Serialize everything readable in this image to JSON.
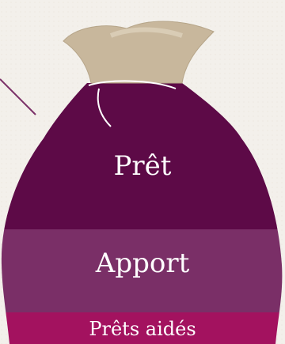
{
  "bag": {
    "segments": [
      {
        "id": "pret",
        "label": "Prêt",
        "color": "#5d0a47"
      },
      {
        "id": "apport",
        "label": "Apport",
        "color": "#7a2f67"
      },
      {
        "id": "prets_aides",
        "label": "Prêts aidés",
        "color": "#a3125f"
      }
    ],
    "neck_color": "#c8b79c"
  }
}
